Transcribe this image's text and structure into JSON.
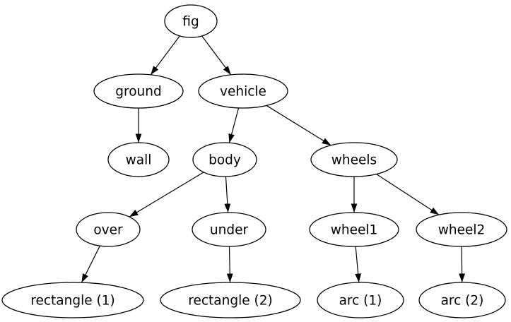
{
  "diagram": {
    "type": "directed-graph",
    "direction": "top-down",
    "colors": {
      "background": "#ffffff",
      "node_fill": "#ffffff",
      "node_stroke": "#000000",
      "edge": "#000000",
      "text": "#000000"
    },
    "nodes": [
      {
        "id": "fig",
        "label": "fig"
      },
      {
        "id": "ground",
        "label": "ground"
      },
      {
        "id": "vehicle",
        "label": "vehicle"
      },
      {
        "id": "wall",
        "label": "wall"
      },
      {
        "id": "body",
        "label": "body"
      },
      {
        "id": "wheels",
        "label": "wheels"
      },
      {
        "id": "over",
        "label": "over"
      },
      {
        "id": "under",
        "label": "under"
      },
      {
        "id": "wheel1",
        "label": "wheel1"
      },
      {
        "id": "wheel2",
        "label": "wheel2"
      },
      {
        "id": "rectangle1",
        "label": "rectangle (1)"
      },
      {
        "id": "rectangle2",
        "label": "rectangle (2)"
      },
      {
        "id": "arc1",
        "label": "arc (1)"
      },
      {
        "id": "arc2",
        "label": "arc (2)"
      }
    ],
    "edges": [
      {
        "from": "fig",
        "to": "ground"
      },
      {
        "from": "fig",
        "to": "vehicle"
      },
      {
        "from": "ground",
        "to": "wall"
      },
      {
        "from": "vehicle",
        "to": "body"
      },
      {
        "from": "vehicle",
        "to": "wheels"
      },
      {
        "from": "body",
        "to": "over"
      },
      {
        "from": "body",
        "to": "under"
      },
      {
        "from": "wheels",
        "to": "wheel1"
      },
      {
        "from": "wheels",
        "to": "wheel2"
      },
      {
        "from": "over",
        "to": "rectangle1"
      },
      {
        "from": "under",
        "to": "rectangle2"
      },
      {
        "from": "wheel1",
        "to": "arc1"
      },
      {
        "from": "wheel2",
        "to": "arc2"
      }
    ]
  }
}
